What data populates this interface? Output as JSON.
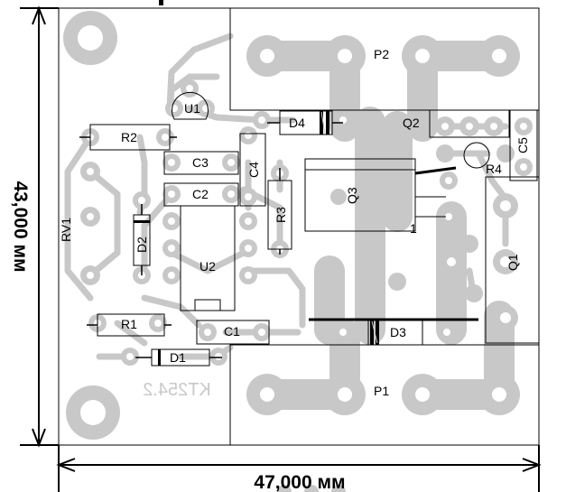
{
  "dimensions": {
    "width": "47,000 мм",
    "height": "43,000 мм"
  },
  "board_text_mirrored": "KT254.2",
  "colors": {
    "copper": "#c8c8c8",
    "pad_hole": "#ffffff",
    "silkscreen": "#000000",
    "background": "#ffffff"
  },
  "components": {
    "P1": "P1",
    "P2": "P2",
    "Q1": "Q1",
    "Q2": "Q2",
    "Q3": "Q3",
    "U1": "U1",
    "U2": "U2",
    "R1": "R1",
    "R2": "R2",
    "R3": "R3",
    "R4": "R4",
    "C1": "C1",
    "C2": "C2",
    "C3": "C3",
    "C4": "C4",
    "C5": "C5",
    "D1": "D1",
    "D2": "D2",
    "D3": "D3",
    "D4": "D4",
    "RV1": "RV1",
    "q3_pin1": "1"
  }
}
